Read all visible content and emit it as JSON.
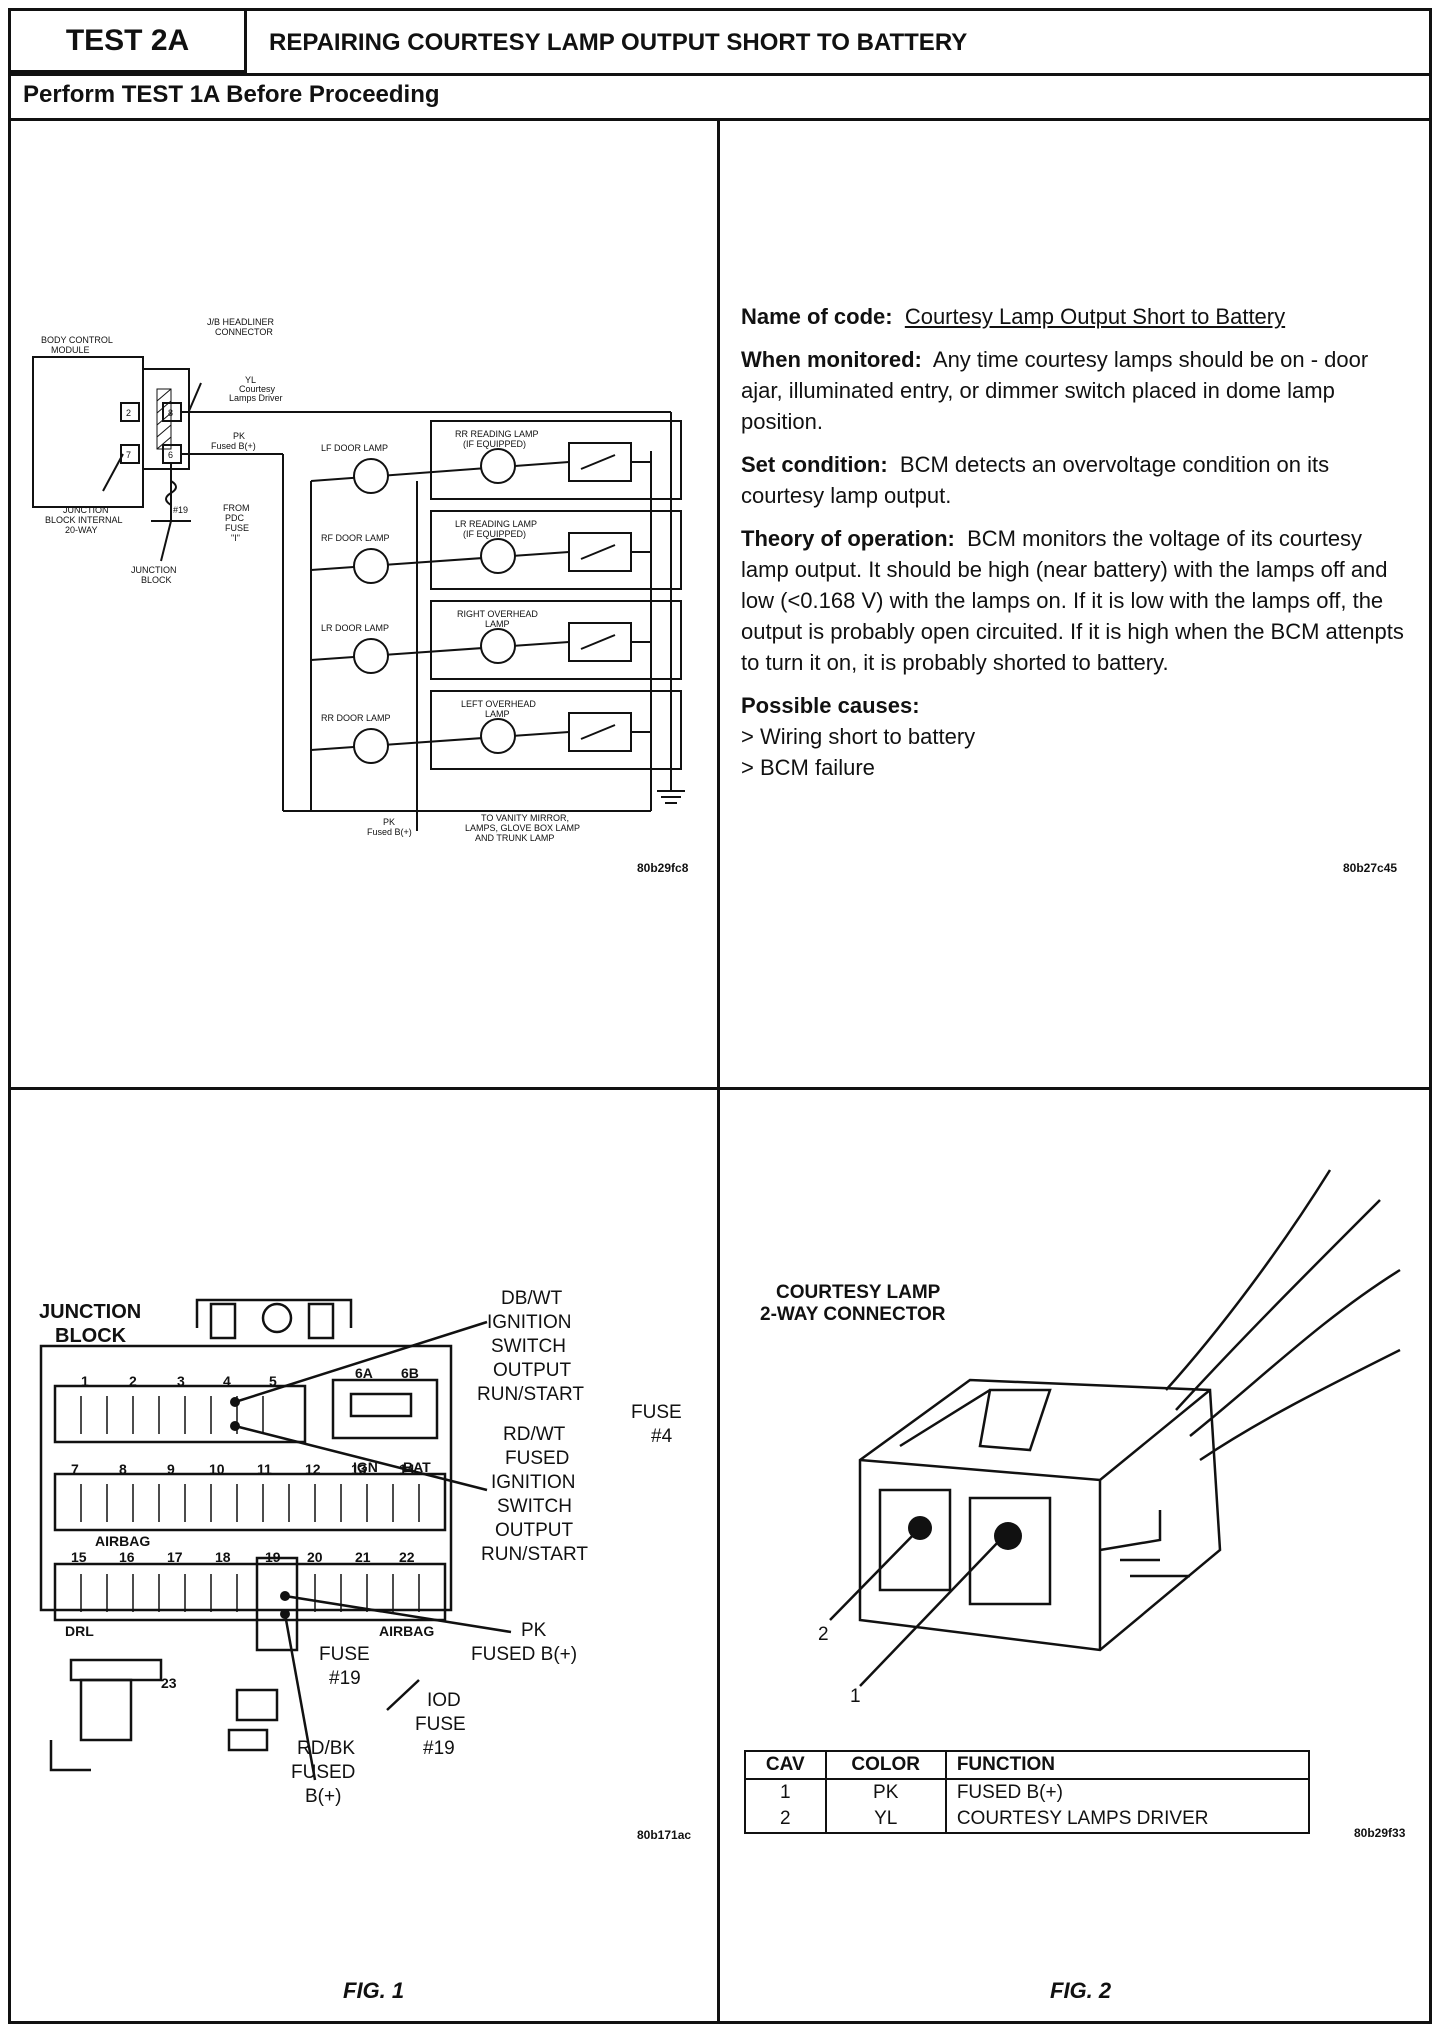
{
  "header": {
    "test_id": "TEST 2A",
    "title": "REPAIRING COURTESY LAMP OUTPUT SHORT TO BATTERY",
    "prerequisite": "Perform TEST 1A Before Proceeding"
  },
  "schematic": {
    "labels": {
      "bcm": [
        "BODY CONTROL",
        "MODULE"
      ],
      "jb_headliner": [
        "J/B HEADLINER",
        "CONNECTOR"
      ],
      "yl": [
        "YL",
        "Courtesy",
        "Lamps Driver"
      ],
      "pk_top": [
        "PK",
        "Fused B(+)"
      ],
      "jb_internal": [
        "JUNCTION",
        "BLOCK INTERNAL",
        "20-WAY"
      ],
      "fuse19": "#19",
      "from_pdc": [
        "FROM",
        "PDC",
        "FUSE",
        "\"I\""
      ],
      "junction_block": [
        "JUNCTION",
        "BLOCK"
      ],
      "pins": [
        "2",
        "8",
        "7",
        "6"
      ],
      "door_lamps": [
        "LF DOOR LAMP",
        "RF DOOR LAMP",
        "LR DOOR LAMP",
        "RR DOOR LAMP"
      ],
      "reading_lamps": [
        [
          "RR READING LAMP",
          "(IF EQUIPPED)"
        ],
        [
          "LR READING LAMP",
          "(IF EQUIPPED)"
        ],
        [
          "RIGHT OVERHEAD",
          "LAMP"
        ],
        [
          "LEFT OVERHEAD",
          "LAMP"
        ]
      ],
      "pk_bottom": [
        "PK",
        "Fused B(+)"
      ],
      "vanity": [
        "TO VANITY MIRROR,",
        "LAMPS, GLOVE BOX LAMP",
        "AND TRUNK LAMP"
      ]
    },
    "code": "80b29fc8"
  },
  "info": {
    "name_label": "Name of code:",
    "name_value": "Courtesy Lamp Output Short to Battery",
    "monitored_label": "When monitored:",
    "monitored_value": "Any time courtesy lamps should be on - door ajar, illuminated entry, or dimmer switch placed in dome lamp position.",
    "set_label": "Set condition:",
    "set_value": "BCM detects an overvoltage condition on its courtesy lamp output.",
    "theory_label": "Theory of operation:",
    "theory_value": "BCM monitors the voltage of its courtesy lamp output. It should be high (near battery) with the lamps off and low (<0.168 V) with the lamps on. If it is low with the lamps off, the output is probably open circuited. If it is high when the BCM attenpts to turn it on, it is probably shorted to battery.",
    "causes_label": "Possible causes:",
    "causes": [
      "> Wiring short to battery",
      "> BCM failure"
    ],
    "code": "80b27c45"
  },
  "fig1": {
    "title": [
      "JUNCTION",
      "BLOCK"
    ],
    "callouts": {
      "dbwt": [
        "DB/WT",
        "IGNITION",
        "SWITCH",
        "OUTPUT",
        "RUN/START"
      ],
      "fuse4": [
        "FUSE",
        "#4"
      ],
      "rdwt": [
        "RD/WT",
        "FUSED",
        "IGNITION",
        "SWITCH",
        "OUTPUT",
        "RUN/START"
      ],
      "pk": [
        "PK",
        "FUSED B(+)"
      ],
      "fuse19": [
        "FUSE",
        "#19"
      ],
      "iod": [
        "IOD",
        "FUSE",
        "#19"
      ],
      "rdbk": [
        "RD/BK",
        "FUSED",
        "B(+)"
      ]
    },
    "row1": [
      "1",
      "2",
      "3",
      "4",
      "5"
    ],
    "row1b": [
      "6A",
      "6B"
    ],
    "ign_bat": [
      "IGN",
      "BAT"
    ],
    "row2": [
      "7",
      "8",
      "9",
      "10",
      "11",
      "12",
      "13",
      "14"
    ],
    "row3": [
      "15",
      "16",
      "17",
      "18",
      "19",
      "20",
      "21",
      "22"
    ],
    "airbag": "AIRBAG",
    "drl": "DRL",
    "n23": "23",
    "code": "80b171ac",
    "caption": "FIG. 1"
  },
  "fig2": {
    "title": [
      "COURTESY LAMP",
      "2-WAY CONNECTOR"
    ],
    "pins": [
      "2",
      "1"
    ],
    "table": {
      "headers": [
        "CAV",
        "COLOR",
        "FUNCTION"
      ],
      "rows": [
        [
          "1",
          "PK",
          "FUSED B(+)"
        ],
        [
          "2",
          "YL",
          "COURTESY LAMPS DRIVER"
        ]
      ]
    },
    "code": "80b29f33",
    "caption": "FIG. 2"
  }
}
